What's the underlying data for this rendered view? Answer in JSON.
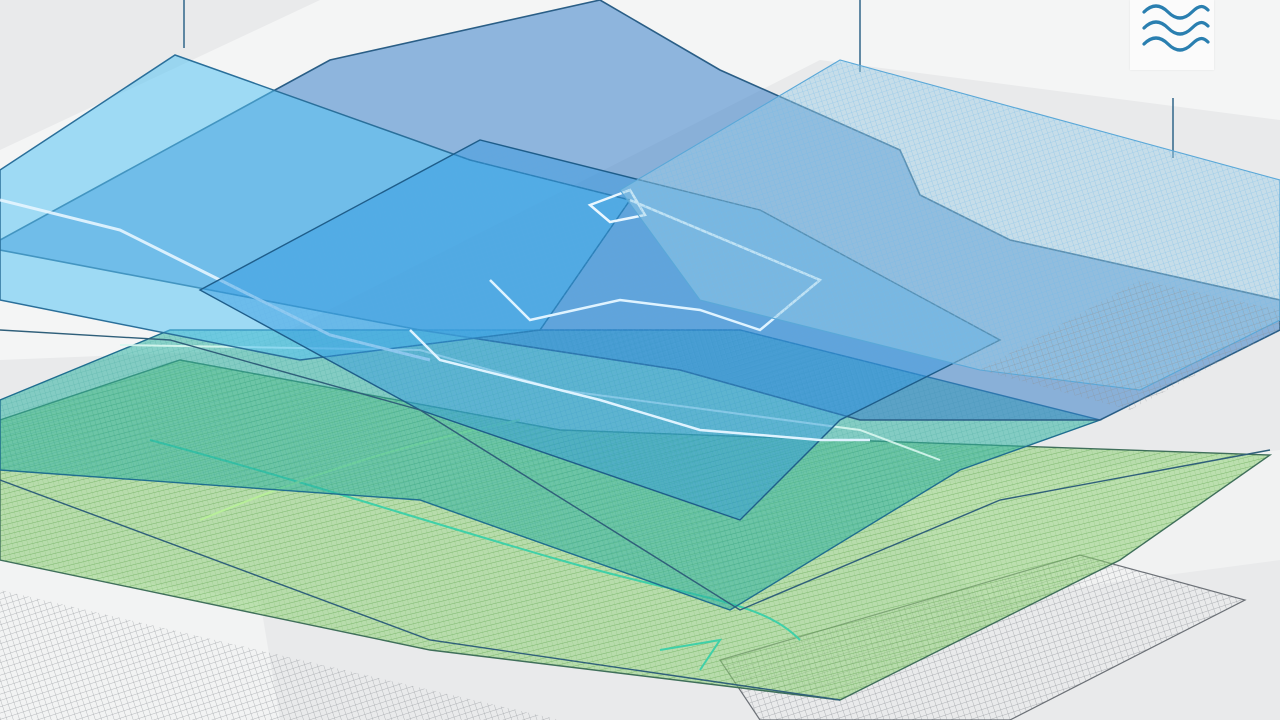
{
  "scene": {
    "background": "#e9eaeb",
    "layers": [
      {
        "id": "base-grid",
        "fill": "#b8bcc0"
      },
      {
        "id": "green-mesh",
        "fill": "#7cc06a"
      },
      {
        "id": "teal-sheet",
        "fill": "#2fb2a2"
      },
      {
        "id": "blue-sheet",
        "fill": "#3a8fd8"
      },
      {
        "id": "light-blue-sheet",
        "fill": "#6fc6f0"
      },
      {
        "id": "hatched-sheet",
        "fill": "#9ccfe6"
      }
    ]
  },
  "badge": {
    "icon": "waves-icon",
    "color": "#2a7fb0"
  }
}
